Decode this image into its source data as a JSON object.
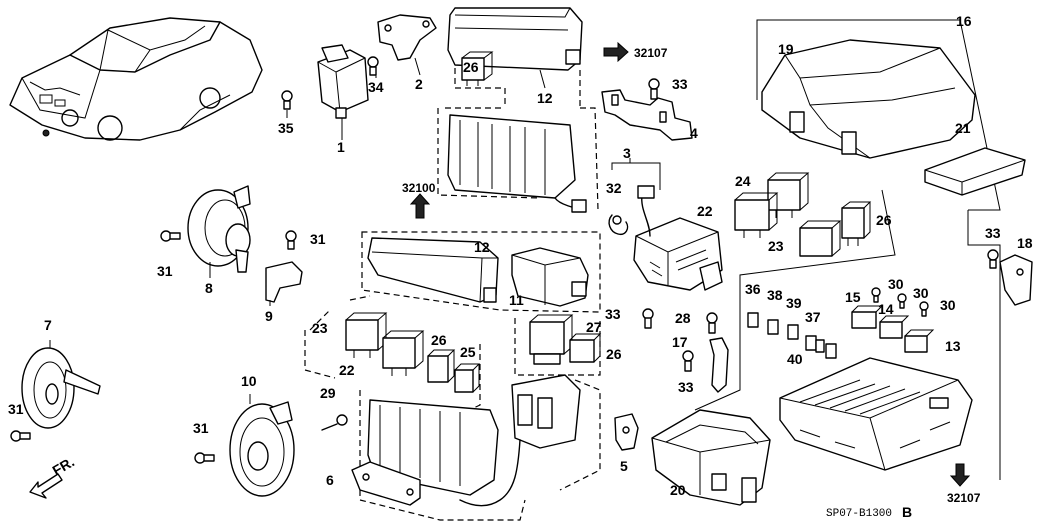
{
  "labels": {
    "p1": "1",
    "p2": "2",
    "p3": "3",
    "p4": "4",
    "p5": "5",
    "p6": "6",
    "p7": "7",
    "p8": "8",
    "p9": "9",
    "p10": "10",
    "p11": "11",
    "p12a": "12",
    "p12b": "12",
    "p13": "13",
    "p14": "14",
    "p15": "15",
    "p16": "16",
    "p17": "17",
    "p18": "18",
    "p19": "19",
    "p20": "20",
    "p21": "21",
    "p22a": "22",
    "p22b": "22",
    "p23a": "23",
    "p23b": "23",
    "p24": "24",
    "p25": "25",
    "p26a": "26",
    "p26b": "26",
    "p26c": "26",
    "p26d": "26",
    "p27": "27",
    "p28": "28",
    "p29": "29",
    "p30a": "30",
    "p30b": "30",
    "p30c": "30",
    "p31a": "31",
    "p31b": "31",
    "p31c": "31",
    "p31d": "31",
    "p32": "32",
    "p33a": "33",
    "p33b": "33",
    "p33c": "33",
    "p33d": "33",
    "p34": "34",
    "p35": "35",
    "p36": "36",
    "p37": "37",
    "p38": "38",
    "p39": "39",
    "p40": "40"
  },
  "refs": {
    "r1": "32107",
    "r2": "32100",
    "r3": "32107"
  },
  "front": "FR.",
  "diagram_code": "SP07-B1300",
  "diagram_suffix": "B"
}
